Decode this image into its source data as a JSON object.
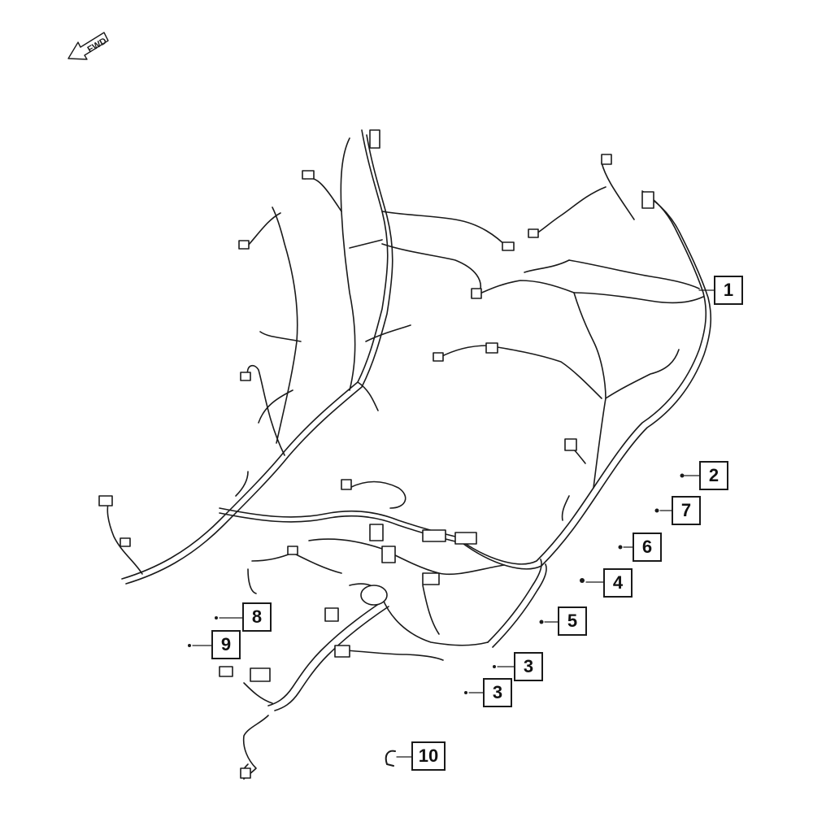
{
  "orientation_arrow": {
    "label": "FWD",
    "icon": "forward-arrow-icon"
  },
  "colors": {
    "line": "#1a1a1a",
    "background": "#ffffff"
  },
  "callouts": [
    {
      "id": "1",
      "label": "1",
      "part": "main-wiring-harness"
    },
    {
      "id": "2",
      "label": "2",
      "part": "fastener"
    },
    {
      "id": "7",
      "label": "7",
      "part": "fastener"
    },
    {
      "id": "6",
      "label": "6",
      "part": "fastener"
    },
    {
      "id": "4",
      "label": "4",
      "part": "clip"
    },
    {
      "id": "5",
      "label": "5",
      "part": "fastener"
    },
    {
      "id": "8",
      "label": "8",
      "part": "fastener"
    },
    {
      "id": "9",
      "label": "9",
      "part": "fastener"
    },
    {
      "id": "3a",
      "label": "3",
      "part": "fastener"
    },
    {
      "id": "3b",
      "label": "3",
      "part": "fastener"
    },
    {
      "id": "10",
      "label": "10",
      "part": "bracket"
    }
  ]
}
